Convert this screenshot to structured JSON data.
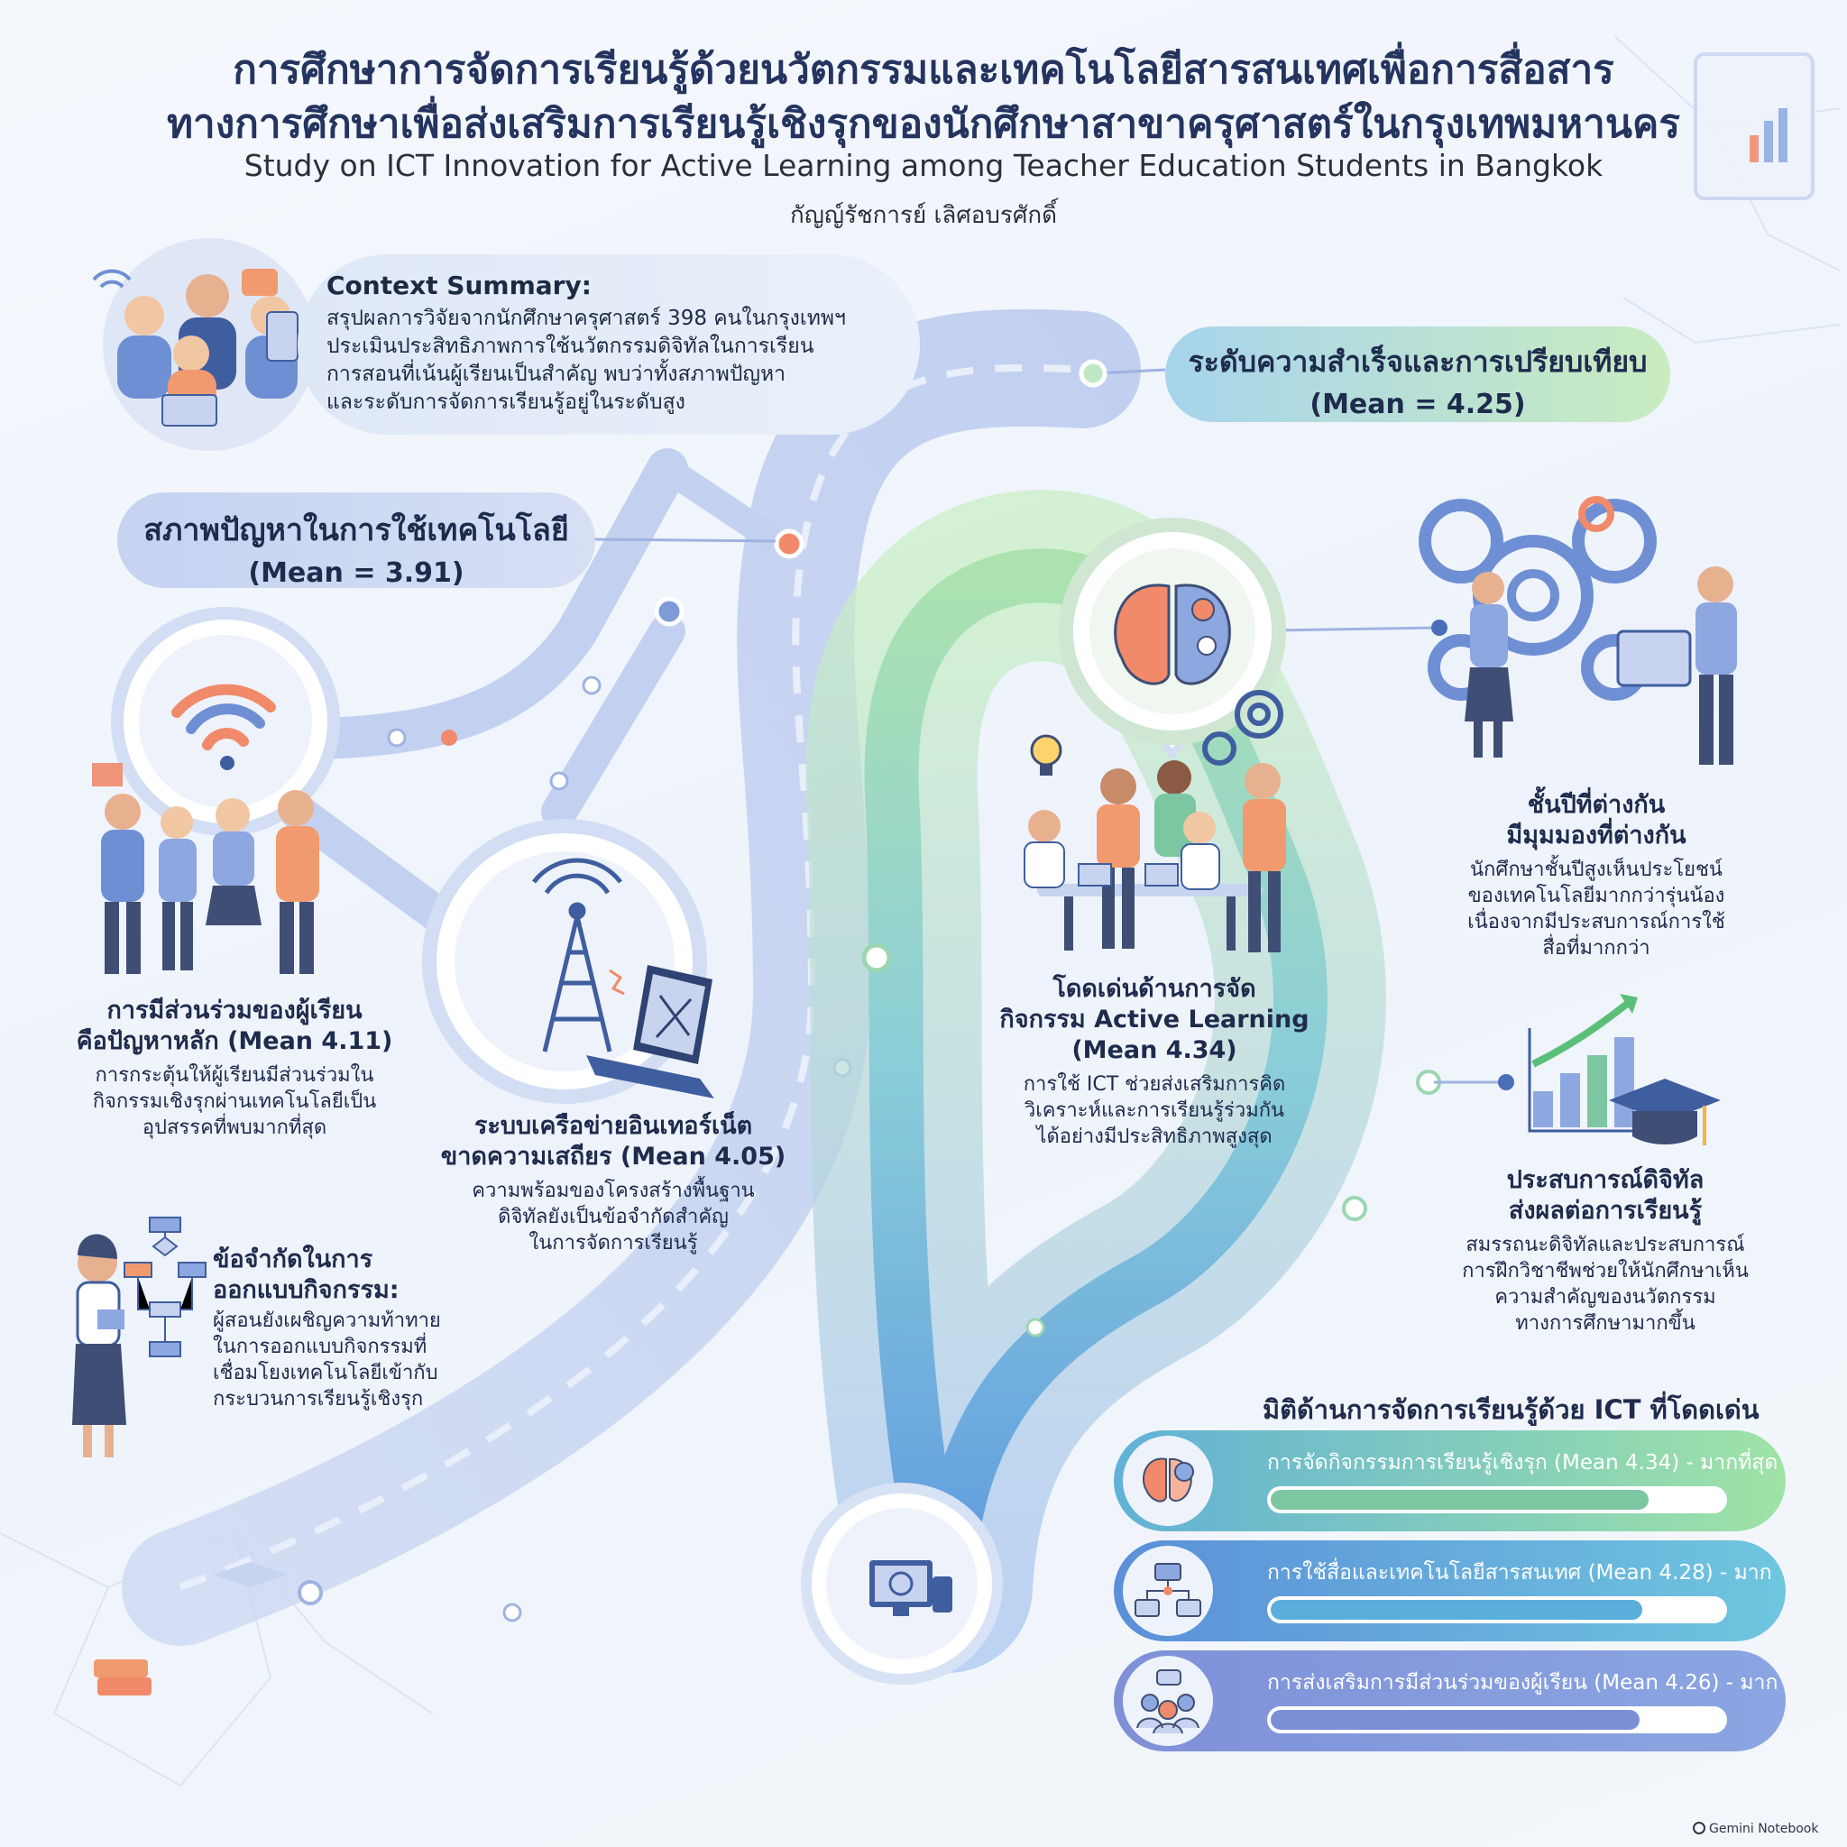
{
  "header": {
    "title_line1": "การศึกษาการจัดการเรียนรู้ด้วยนวัตกรรมและเทคโนโลยีสารสนเทศเพื่อการสื่อสาร",
    "title_line2": "ทางการศึกษาเพื่อส่งเสริมการเรียนรู้เชิงรุกของนักศึกษาสาขาครุศาสตร์ในกรุงเทพมหานคร",
    "subtitle_en": "Study on ICT Innovation for Active Learning among Teacher Education Students in Bangkok",
    "author": "กัญญ์รัชการย์ เลิศอบรศักดิ์"
  },
  "context": {
    "heading": "Context Summary:",
    "text": "สรุปผลการวิจัยจากนักศึกษาครุศาสตร์ 398 คนในกรุงเทพฯ\nประเมินประสิทธิภาพการใช้นวัตกรรมดิจิทัลในการเรียน\nการสอนที่เน้นผู้เรียนเป็นสำคัญ พบว่าทั้งสภาพปัญหา\nและระดับการจัดการเรียนรู้อยู่ในระดับสูง"
  },
  "problem": {
    "title": "สภาพปัญหาในการใช้เทคโนโลยี",
    "mean": "(Mean = 3.91)"
  },
  "achievement": {
    "title": "ระดับความสำเร็จและการเปรียบเทียบ",
    "mean": "(Mean = 4.25)"
  },
  "participation": {
    "title": "การมีส่วนร่วมของผู้เรียน\nคือปัญหาหลัก (Mean 4.11)",
    "text": "การกระตุ้นให้ผู้เรียนมีส่วนร่วมใน\nกิจกรรมเชิงรุกผ่านเทคโนโลยีเป็น\nอุปสรรคที่พบมากที่สุด"
  },
  "network": {
    "title": "ระบบเครือข่ายอินเทอร์เน็ต\nขาดความเสถียร (Mean 4.05)",
    "text": "ความพร้อมของโครงสร้างพื้นฐาน\nดิจิทัลยังเป็นข้อจำกัดสำคัญ\nในการจัดการเรียนรู้"
  },
  "design": {
    "title": "ข้อจำกัดในการ\nออกแบบกิจกรรม:",
    "text": "ผู้สอนยังเผชิญความท้าทาย\nในการออกแบบกิจกรรมที่\nเชื่อมโยงเทคโนโลยีเข้ากับ\nกระบวนการเรียนรู้เชิงรุก"
  },
  "active": {
    "title": "โดดเด่นด้านการจัด\nกิจกรรม Active Learning\n(Mean 4.34)",
    "text": "การใช้ ICT ช่วยส่งเสริมการคิด\nวิเคราะห์และการเรียนรู้ร่วมกัน\nได้อย่างมีประสิทธิภาพสูงสุด"
  },
  "year": {
    "title": "ชั้นปีที่ต่างกัน\nมีมุมมองที่ต่างกัน",
    "text": "นักศึกษาชั้นปีสูงเห็นประโยชน์\nของเทคโนโลยีมากกว่ารุ่นน้อง\nเนื่องจากมีประสบการณ์การใช้\nสื่อที่มากกว่า"
  },
  "digital": {
    "title": "ประสบการณ์ดิจิทัล\nส่งผลต่อการเรียนรู้",
    "text": "สมรรถนะดิจิทัลและประสบการณ์\nการฝึกวิชาชีพช่วยให้นักศึกษาเห็น\nความสำคัญของนวัตกรรม\nทางการศึกษามากขึ้น"
  },
  "dimensions": {
    "heading": "มิติด้านการจัดการเรียนรู้ด้วย ICT ที่โดดเด่น",
    "items": [
      {
        "label": "การจัดกิจกรรมการเรียนรู้เชิงรุก (Mean 4.34) - มากที่สุด",
        "mean": 4.34,
        "color": "#7cc6a2",
        "icon": "brain-gear-icon"
      },
      {
        "label": "การใช้สื่อและเทคโนโลยีสารสนเทศ (Mean 4.28) - มาก",
        "mean": 4.28,
        "color": "#5aaedc",
        "icon": "network-icon"
      },
      {
        "label": "การส่งเสริมการมีส่วนร่วมของผู้เรียน (Mean 4.26) - มาก",
        "mean": 4.26,
        "color": "#7b8fd6",
        "icon": "people-chat-icon"
      }
    ]
  },
  "footer": {
    "brand": "Gemini Notebook"
  }
}
